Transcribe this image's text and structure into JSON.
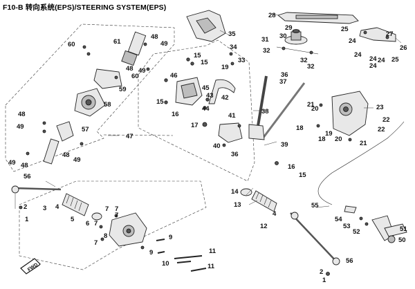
{
  "header": {
    "title": "F10-B 转向系统(EPS)/STEERING SYSTEM(EPS)"
  },
  "fwd_label": "FWD",
  "callouts": [
    {
      "id": "c28",
      "text": "28"
    },
    {
      "id": "c29",
      "text": "29"
    },
    {
      "id": "c30",
      "text": "30"
    },
    {
      "id": "c31",
      "text": "31"
    },
    {
      "id": "c32a",
      "text": "32"
    },
    {
      "id": "c32b",
      "text": "32"
    },
    {
      "id": "c32c",
      "text": "32"
    },
    {
      "id": "c33",
      "text": "33"
    },
    {
      "id": "c34",
      "text": "34"
    },
    {
      "id": "c35",
      "text": "35"
    },
    {
      "id": "c25a",
      "text": "25"
    },
    {
      "id": "c27",
      "text": "27"
    },
    {
      "id": "c26",
      "text": "26"
    },
    {
      "id": "c24a",
      "text": "24"
    },
    {
      "id": "c24b",
      "text": "24"
    },
    {
      "id": "c24c",
      "text": "24"
    },
    {
      "id": "c24d",
      "text": "24"
    },
    {
      "id": "c24e",
      "text": "24"
    },
    {
      "id": "c25b",
      "text": "25"
    },
    {
      "id": "c60a",
      "text": "60"
    },
    {
      "id": "c61",
      "text": "61"
    },
    {
      "id": "c48a",
      "text": "48"
    },
    {
      "id": "c49a",
      "text": "49"
    },
    {
      "id": "c48b",
      "text": "48"
    },
    {
      "id": "c49b",
      "text": "49"
    },
    {
      "id": "c60b",
      "text": "60"
    },
    {
      "id": "c59",
      "text": "59"
    },
    {
      "id": "c58",
      "text": "58"
    },
    {
      "id": "c48c",
      "text": "48"
    },
    {
      "id": "c49c",
      "text": "49"
    },
    {
      "id": "c57",
      "text": "57"
    },
    {
      "id": "c48d",
      "text": "48"
    },
    {
      "id": "c49d",
      "text": "49"
    },
    {
      "id": "c49e",
      "text": "49"
    },
    {
      "id": "c48e",
      "text": "48"
    },
    {
      "id": "c47",
      "text": "47"
    },
    {
      "id": "c15a",
      "text": "15"
    },
    {
      "id": "c15b",
      "text": "15"
    },
    {
      "id": "c46",
      "text": "46"
    },
    {
      "id": "c45",
      "text": "45"
    },
    {
      "id": "c15c",
      "text": "15"
    },
    {
      "id": "c43",
      "text": "43"
    },
    {
      "id": "c44",
      "text": "44"
    },
    {
      "id": "c42",
      "text": "42"
    },
    {
      "id": "c16a",
      "text": "16"
    },
    {
      "id": "c41",
      "text": "41"
    },
    {
      "id": "c17",
      "text": "17"
    },
    {
      "id": "c40",
      "text": "40"
    },
    {
      "id": "c36a",
      "text": "36"
    },
    {
      "id": "c19a",
      "text": "19"
    },
    {
      "id": "c36b",
      "text": "36"
    },
    {
      "id": "c37",
      "text": "37"
    },
    {
      "id": "c38",
      "text": "38"
    },
    {
      "id": "c39",
      "text": "39"
    },
    {
      "id": "c16b",
      "text": "16"
    },
    {
      "id": "c15d",
      "text": "15"
    },
    {
      "id": "c21a",
      "text": "21"
    },
    {
      "id": "c20a",
      "text": "20"
    },
    {
      "id": "c23",
      "text": "23"
    },
    {
      "id": "c22a",
      "text": "22"
    },
    {
      "id": "c22b",
      "text": "22"
    },
    {
      "id": "c18",
      "text": "18"
    },
    {
      "id": "c19b",
      "text": "19"
    },
    {
      "id": "c18b",
      "text": "18"
    },
    {
      "id": "c20b",
      "text": "20"
    },
    {
      "id": "c21b",
      "text": "21"
    },
    {
      "id": "c56a",
      "text": "56"
    },
    {
      "id": "c2a",
      "text": "2"
    },
    {
      "id": "c1a",
      "text": "1"
    },
    {
      "id": "c3",
      "text": "3"
    },
    {
      "id": "c4a",
      "text": "4"
    },
    {
      "id": "c5",
      "text": "5"
    },
    {
      "id": "c6",
      "text": "6"
    },
    {
      "id": "c7a",
      "text": "7"
    },
    {
      "id": "c7b",
      "text": "7"
    },
    {
      "id": "c7c",
      "text": "7"
    },
    {
      "id": "c7d",
      "text": "7"
    },
    {
      "id": "c8",
      "text": "8"
    },
    {
      "id": "c7e",
      "text": "7"
    },
    {
      "id": "c9a",
      "text": "9"
    },
    {
      "id": "c9b",
      "text": "9"
    },
    {
      "id": "c11a",
      "text": "11"
    },
    {
      "id": "c10",
      "text": "10"
    },
    {
      "id": "c11b",
      "text": "11"
    },
    {
      "id": "c14",
      "text": "14"
    },
    {
      "id": "c13",
      "text": "13"
    },
    {
      "id": "c4b",
      "text": "4"
    },
    {
      "id": "c12",
      "text": "12"
    },
    {
      "id": "c55",
      "text": "55"
    },
    {
      "id": "c54",
      "text": "54"
    },
    {
      "id": "c53",
      "text": "53"
    },
    {
      "id": "c52",
      "text": "52"
    },
    {
      "id": "c51",
      "text": "51"
    },
    {
      "id": "c50",
      "text": "50"
    },
    {
      "id": "c2b",
      "text": "2"
    },
    {
      "id": "c56b",
      "text": "56"
    },
    {
      "id": "c1b",
      "text": "1"
    }
  ]
}
